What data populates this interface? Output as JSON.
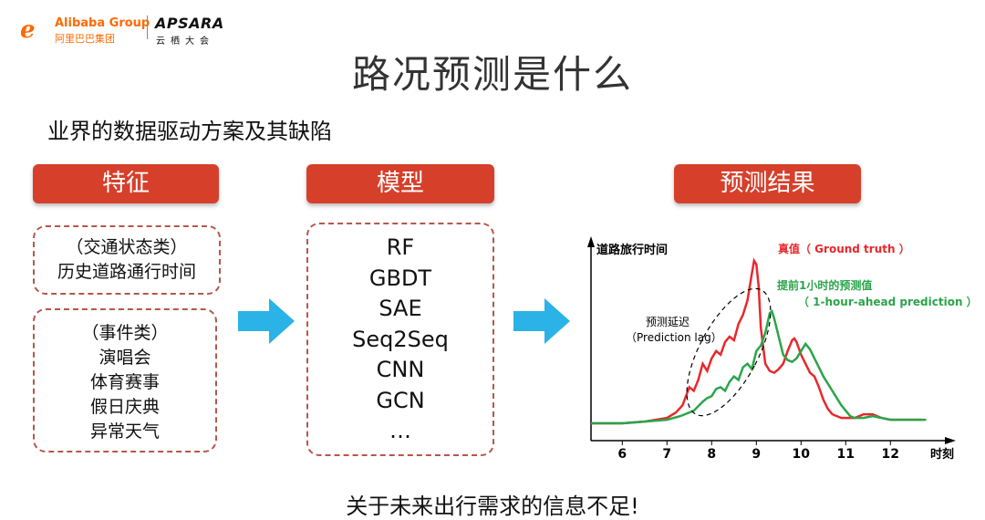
{
  "header": {
    "alibaba_name": "Alibaba Group",
    "alibaba_cn": "阿里巴巴集团",
    "apsara_name": "APSARA",
    "apsara_cn": "云栖大会"
  },
  "title": "路况预测是什么",
  "subtitle": "业界的数据驱动方案及其缺陷",
  "columns": {
    "features_label": "特征",
    "models_label": "模型",
    "results_label": "预测结果"
  },
  "features": {
    "traffic_state": [
      "（交通状态类）",
      "历史道路通行时间"
    ],
    "events": [
      "（事件类）",
      "演唱会",
      "体育赛事",
      "假日庆典",
      "异常天气"
    ]
  },
  "models": [
    "RF",
    "GBDT",
    "SAE",
    "Seq2Seq",
    "CNN",
    "GCN",
    "…"
  ],
  "footer": "关于未来出行需求的信息不足!",
  "colors": {
    "accent_red": "#d6402b",
    "dashed_border": "#b5574a",
    "arrow_blue": "#2bb2e6",
    "truth_red": "#e8282c",
    "pred_green": "#2aa54a"
  },
  "chart_data": {
    "type": "line",
    "ylabel": "道路旅行时间",
    "xlabel": "时刻",
    "x_ticks": [
      "6",
      "7",
      "8",
      "9",
      "10",
      "11",
      "12"
    ],
    "xlim": [
      5.3,
      13.3
    ],
    "ylim": [
      0,
      1
    ],
    "grid": false,
    "annotation": {
      "line1": "预测延迟",
      "line2": "（Prediction lag）"
    },
    "series": [
      {
        "name": "真值（ Ground truth ）",
        "color": "#e8282c",
        "x": [
          5.3,
          6.0,
          6.5,
          7.0,
          7.2,
          7.35,
          7.5,
          7.6,
          7.7,
          7.8,
          7.9,
          8.0,
          8.1,
          8.2,
          8.3,
          8.4,
          8.5,
          8.6,
          8.7,
          8.8,
          8.9,
          8.95,
          9.0,
          9.05,
          9.1,
          9.2,
          9.3,
          9.4,
          9.5,
          9.6,
          9.7,
          9.8,
          9.85,
          9.9,
          10.0,
          10.1,
          10.2,
          10.3,
          10.4,
          10.5,
          10.6,
          10.7,
          10.8,
          10.9,
          11.0,
          11.2,
          11.4,
          11.6,
          11.8,
          12.0,
          12.3,
          12.7
        ],
        "y": [
          0.02,
          0.02,
          0.03,
          0.05,
          0.08,
          0.12,
          0.22,
          0.2,
          0.26,
          0.35,
          0.31,
          0.38,
          0.42,
          0.4,
          0.47,
          0.5,
          0.48,
          0.57,
          0.62,
          0.7,
          0.85,
          0.92,
          0.9,
          0.78,
          0.55,
          0.35,
          0.31,
          0.3,
          0.32,
          0.35,
          0.42,
          0.48,
          0.49,
          0.47,
          0.4,
          0.35,
          0.3,
          0.28,
          0.22,
          0.15,
          0.1,
          0.07,
          0.06,
          0.05,
          0.05,
          0.05,
          0.07,
          0.07,
          0.05,
          0.04,
          0.04,
          0.04
        ]
      },
      {
        "name": "提前1小时的预测值（ 1-hour-ahead prediction ）",
        "color": "#2aa54a",
        "x": [
          5.3,
          6.0,
          6.5,
          7.0,
          7.3,
          7.6,
          7.8,
          7.9,
          8.0,
          8.1,
          8.2,
          8.3,
          8.4,
          8.5,
          8.6,
          8.7,
          8.8,
          8.9,
          9.0,
          9.1,
          9.2,
          9.3,
          9.35,
          9.4,
          9.5,
          9.6,
          9.7,
          9.8,
          9.9,
          10.0,
          10.05,
          10.1,
          10.2,
          10.3,
          10.4,
          10.5,
          10.6,
          10.7,
          10.8,
          10.9,
          11.0,
          11.1,
          11.2,
          11.4,
          11.6,
          11.8,
          12.0,
          12.4,
          12.8
        ],
        "y": [
          0.02,
          0.02,
          0.03,
          0.04,
          0.06,
          0.09,
          0.14,
          0.16,
          0.17,
          0.21,
          0.22,
          0.2,
          0.25,
          0.28,
          0.26,
          0.33,
          0.35,
          0.32,
          0.42,
          0.45,
          0.52,
          0.63,
          0.64,
          0.6,
          0.5,
          0.4,
          0.37,
          0.36,
          0.38,
          0.42,
          0.44,
          0.46,
          0.43,
          0.38,
          0.33,
          0.28,
          0.24,
          0.2,
          0.16,
          0.12,
          0.09,
          0.06,
          0.05,
          0.05,
          0.06,
          0.05,
          0.04,
          0.04,
          0.04
        ]
      }
    ]
  }
}
